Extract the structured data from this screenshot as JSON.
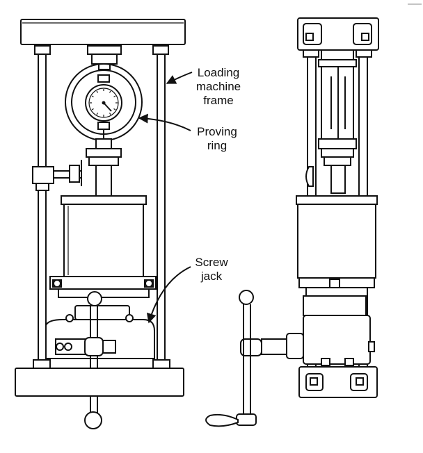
{
  "labels": {
    "frame_line1": "Loading",
    "frame_line2": "machine",
    "frame_line3": "frame",
    "ring_line1": "Proving",
    "ring_line2": "ring",
    "jack_line1": "Screw",
    "jack_line2": "jack"
  },
  "colors": {
    "ink": "#111111",
    "paper": "#ffffff"
  }
}
